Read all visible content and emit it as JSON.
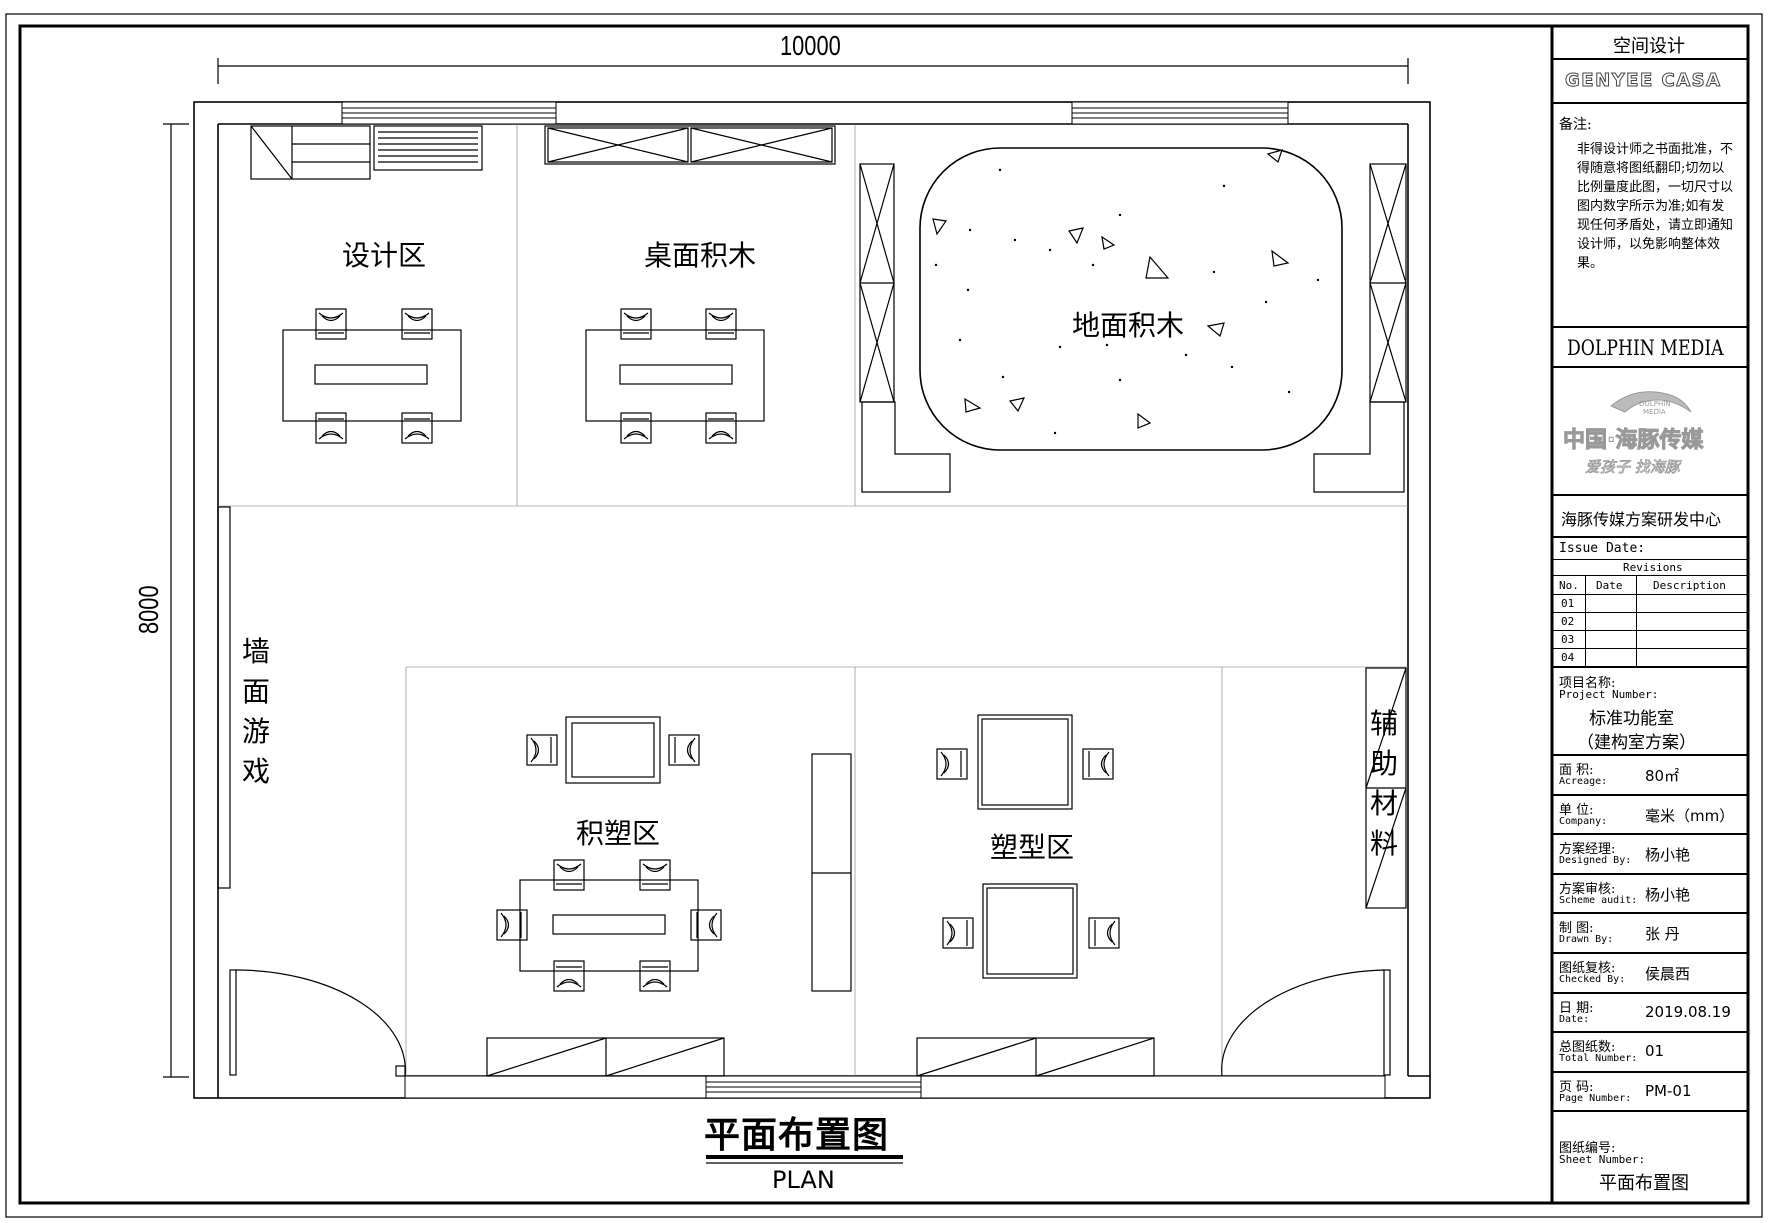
{
  "plan": {
    "dim_width": "10000",
    "dim_height": "8000",
    "zones": {
      "design": "设计区",
      "desk_blocks": "桌面积木",
      "floor_blocks": "地面积木",
      "wall_games": [
        "墙",
        "面",
        "游",
        "戏"
      ],
      "plastic_blocks": "积塑区",
      "modeling": "塑型区",
      "aux_materials": [
        "辅",
        "助",
        "材",
        "料"
      ]
    },
    "title_cn": "平面布置图",
    "title_en": "PLAN"
  },
  "title_block": {
    "header": "空间设计",
    "brand": "GENYEE CASA",
    "notes_label": "备注:",
    "notes_lines": [
      "非得设计师之书面批准，不",
      "得随意将图纸翻印;切勿以",
      "比例量度此图，一切尺寸以",
      "图内数字所示为准;如有发",
      "现任何矛盾处，请立即通知",
      "设计师，以免影响整体效",
      "果。"
    ],
    "company_en": "DOLPHIN MEDIA",
    "logo_small_1": "DOLPHIN",
    "logo_small_2": "MEDIA",
    "logo_cn": "中国·海豚传媒",
    "logo_slogan": "爱孩子 找海豚",
    "company_cn": "海豚传媒方案研发中心",
    "issue_date": "Issue Date:",
    "revisions": "Revisions",
    "rev_headers": [
      "No.",
      "Date",
      "Description"
    ],
    "rev_rows": [
      "01",
      "02",
      "03",
      "04"
    ],
    "project_name_cn": "项目名称:",
    "project_name_en": "Project Number:",
    "project_value_1": "标准功能室",
    "project_value_2": "（建构室方案）",
    "rows": [
      {
        "cn": "面  积:",
        "en": "Acreage:",
        "value": "80㎡"
      },
      {
        "cn": "单  位:",
        "en": "Company:",
        "value": "毫米（mm）"
      },
      {
        "cn": "方案经理:",
        "en": "Designed By:",
        "value": "杨小艳"
      },
      {
        "cn": "方案审核:",
        "en": "Scheme audit:",
        "value": "杨小艳"
      },
      {
        "cn": "制   图:",
        "en": "Drawn By:",
        "value": "张  丹"
      },
      {
        "cn": "图纸复核:",
        "en": "Checked By:",
        "value": "侯晨西"
      },
      {
        "cn": "日   期:",
        "en": "Date:",
        "value": "2019.08.19"
      },
      {
        "cn": "总图纸数:",
        "en": "Total Number:",
        "value": "01"
      },
      {
        "cn": "页   码:",
        "en": "Page Number:",
        "value": "PM-01"
      }
    ],
    "sheet_cn": "图纸编号:",
    "sheet_en": "Sheet Number:",
    "sheet_value": "平面布置图"
  }
}
